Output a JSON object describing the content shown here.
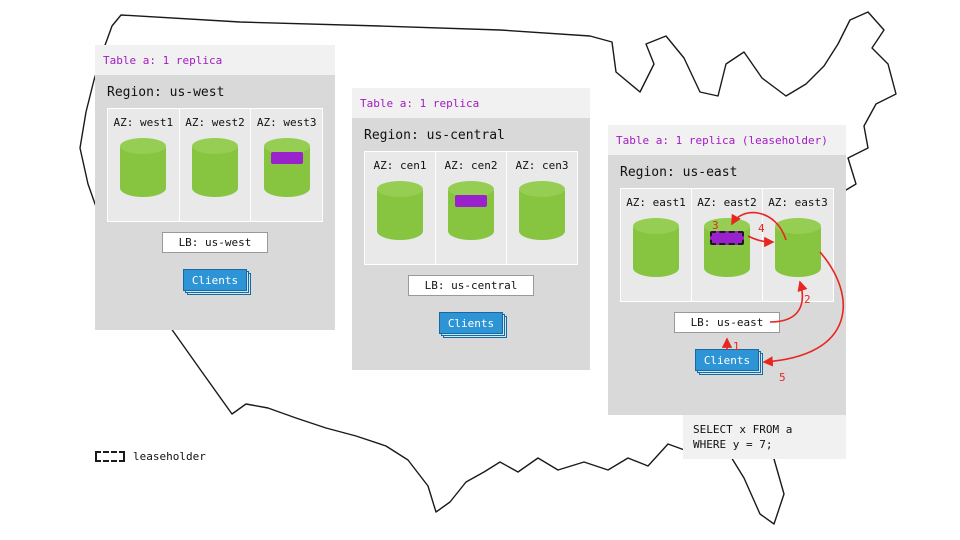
{
  "colors": {
    "accent_purple": "#a21bc2",
    "replica_purple": "#9a22cc",
    "node_green": "#87c440",
    "node_green_top": "#95ce52",
    "clients_blue": "#2d95d5",
    "arrow_red": "#e8251f",
    "panel_gray": "#d9d9d9",
    "header_gray": "#f1f1f1"
  },
  "panels": [
    {
      "id": "us-west",
      "header": "Table a: 1 replica",
      "region_label": "Region: us-west",
      "azs": [
        {
          "label": "AZ: west1",
          "replica": false,
          "leaseholder": false
        },
        {
          "label": "AZ: west2",
          "replica": false,
          "leaseholder": false
        },
        {
          "label": "AZ: west3",
          "replica": true,
          "leaseholder": false
        }
      ],
      "lb_label": "LB: us-west",
      "clients_label": "Clients"
    },
    {
      "id": "us-central",
      "header": "Table a: 1 replica",
      "region_label": "Region: us-central",
      "azs": [
        {
          "label": "AZ: cen1",
          "replica": false,
          "leaseholder": false
        },
        {
          "label": "AZ: cen2",
          "replica": true,
          "leaseholder": false
        },
        {
          "label": "AZ: cen3",
          "replica": false,
          "leaseholder": false
        }
      ],
      "lb_label": "LB: us-central",
      "clients_label": "Clients"
    },
    {
      "id": "us-east",
      "header": "Table a: 1 replica (leaseholder)",
      "region_label": "Region: us-east",
      "azs": [
        {
          "label": "AZ: east1",
          "replica": false,
          "leaseholder": false
        },
        {
          "label": "AZ: east2",
          "replica": true,
          "leaseholder": true
        },
        {
          "label": "AZ: east3",
          "replica": false,
          "leaseholder": false
        }
      ],
      "lb_label": "LB: us-east",
      "clients_label": "Clients"
    }
  ],
  "sql_box": {
    "lines": [
      "SELECT x FROM a",
      "WHERE y = 7;"
    ]
  },
  "legend": {
    "label": "leaseholder"
  },
  "flow_steps": {
    "labels": [
      "1",
      "2",
      "3",
      "4",
      "5"
    ]
  }
}
